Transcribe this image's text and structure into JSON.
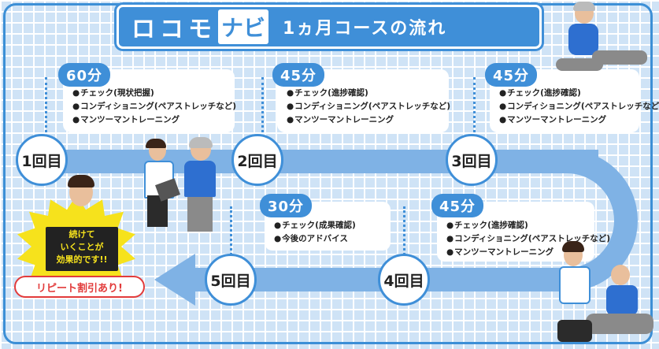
{
  "title": {
    "main": "ロコモ",
    "navi": "ナビ",
    "sub": "1ヵ月コースの流れ"
  },
  "steps": [
    {
      "label": "1回目",
      "duration": "60分",
      "items": [
        "チェック(現状把握)",
        "コンディショニング(ペアストレッチなど)",
        "マンツーマントレーニング"
      ]
    },
    {
      "label": "2回目",
      "duration": "45分",
      "items": [
        "チェック(進捗確認)",
        "コンディショニング(ペアストレッチなど)",
        "マンツーマントレーニング"
      ]
    },
    {
      "label": "3回目",
      "duration": "45分",
      "items": [
        "チェック(進捗確認)",
        "コンディショニング(ペアストレッチなど)",
        "マンツーマントレーニング"
      ]
    },
    {
      "label": "4回目",
      "duration": "45分",
      "items": [
        "チェック(進捗確認)",
        "コンディショニング(ペアストレッチなど)",
        "マンツーマントレーニング"
      ]
    },
    {
      "label": "5回目",
      "duration": "30分",
      "items": [
        "チェック(成果確認)",
        "今後のアドバイス"
      ]
    }
  ],
  "promo": {
    "board_line1": "続けて",
    "board_line2": "いくことが",
    "board_line3": "効果的です!!",
    "badge": "リピート割引あり!"
  },
  "colors": {
    "accent": "#3f8fd8",
    "path": "#7fb2e5",
    "star": "#f6e21c",
    "badge": "#e23b3b"
  }
}
